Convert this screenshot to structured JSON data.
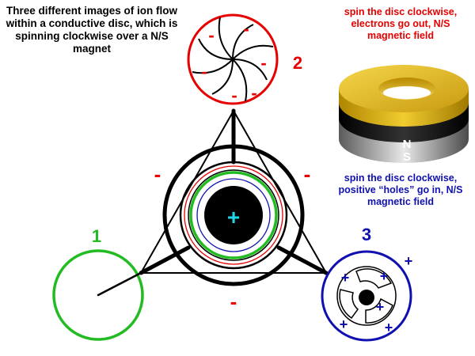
{
  "title": "Three different images of ion flow within a conductive disc, which is spinning clockwise over a N/S magnet",
  "note_red": "spin the disc clockwise, electrons go out, N/S magnetic field",
  "note_blue": "spin the disc clockwise, positive “holes” go in, N/S magnetic field",
  "labels": {
    "one": "1",
    "two": "2",
    "three": "3"
  },
  "magnet": {
    "north": "N",
    "south": "S"
  },
  "symbols": {
    "minus": "-",
    "plus": "+"
  },
  "colors": {
    "red": "#e60000",
    "blue": "#1010b0",
    "green": "#22bb22",
    "cyan": "#22d4e8",
    "black": "#000000",
    "magnet_gold": "#e0b818",
    "magnet_silver": "#9a9a9a"
  }
}
